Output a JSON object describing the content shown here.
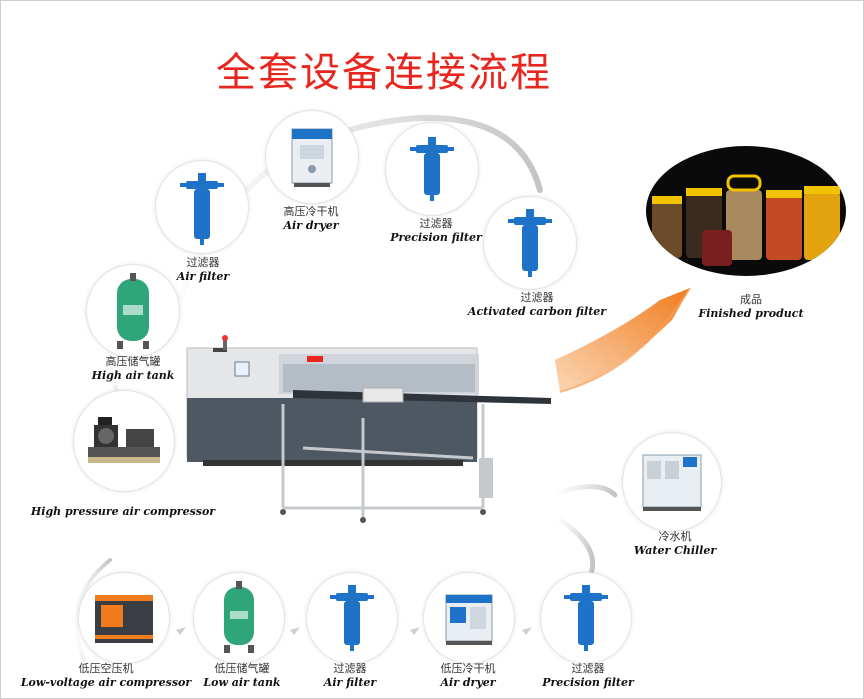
{
  "title": "全套设备连接流程",
  "nodes": {
    "air_dryer_top": {
      "cn": "高压冷干机",
      "en": "Air dryer"
    },
    "precision_filter_top": {
      "cn": "过滤器",
      "en": "Precision filter"
    },
    "air_filter_top": {
      "cn": "过滤器",
      "en": "Air filter"
    },
    "activated_carbon_filter": {
      "cn": "过滤器",
      "en": "Activated carbon filter"
    },
    "high_air_tank": {
      "cn": "高压储气罐",
      "en": "High air tank"
    },
    "high_pressure_compressor": {
      "en": "High pressure air compressor"
    },
    "finished_product": {
      "cn": "成品",
      "en": "Finished product"
    },
    "water_chiller": {
      "cn": "冷水机",
      "en": "Water Chiller"
    },
    "low_voltage_compressor": {
      "cn": "低压空压机",
      "en": "Low-voltage air compressor"
    },
    "low_air_tank": {
      "cn": "低压储气罐",
      "en": "Low air tank"
    },
    "air_filter_bottom": {
      "cn": "过滤器",
      "en": "Air filter"
    },
    "air_dryer_bottom": {
      "cn": "低压冷干机",
      "en": "Air dryer"
    },
    "precision_filter_bottom": {
      "cn": "过滤器",
      "en": "Precision filter"
    }
  },
  "colors": {
    "title": "#e8261e",
    "filter_blue": "#1e73c8",
    "tank_green": "#2fa57a",
    "arrow_orange": "#f07c1e"
  }
}
